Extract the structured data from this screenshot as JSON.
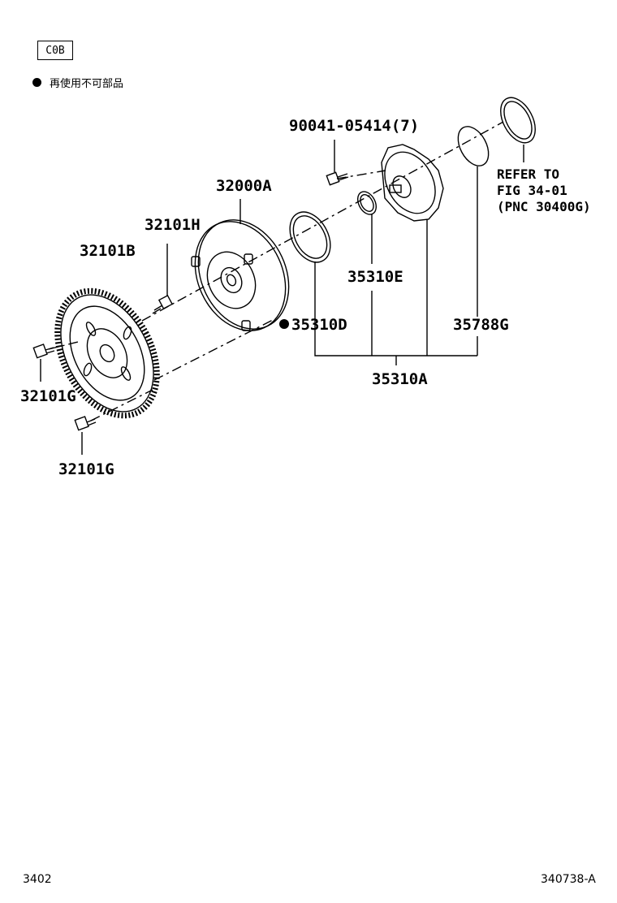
{
  "header": {
    "code": "C0B",
    "legend_text": "再使用不可部品"
  },
  "parts": {
    "bolt_top": "90041-05414(7)",
    "torque_converter": "32000A",
    "bolt_h": "32101H",
    "drive_plate": "32101B",
    "bolt_g_left": "32101G",
    "bolt_g_bottom": "32101G",
    "seal_e": "35310E",
    "oring_d": "35310D",
    "gasket_g": "35788G",
    "pump_assy": "35310A"
  },
  "reference": {
    "line1": "REFER TO",
    "line2": "FIG 34-01",
    "line3": "(PNC 30400G)"
  },
  "footer": {
    "page": "3402",
    "figure_id": "340738-A"
  }
}
